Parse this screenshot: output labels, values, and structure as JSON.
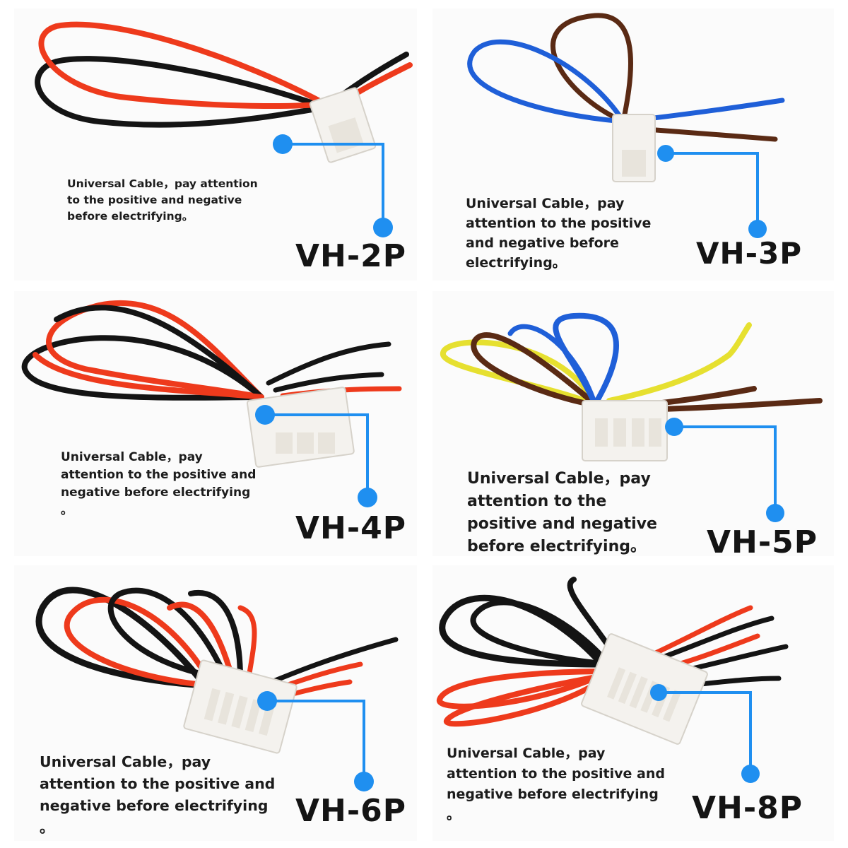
{
  "colors": {
    "accent_blue": "#1f8ff0",
    "wire_red": "#ee3a1c",
    "wire_black": "#141414",
    "wire_blue": "#1f5fd8",
    "wire_brown": "#5a2a14",
    "wire_yellow": "#e6e030",
    "connector": "#f4f2ee"
  },
  "panels": [
    {
      "model": "VH-2P",
      "description": "Universal Cable，pay attention\nto the positive and negative\nbefore electrifying。"
    },
    {
      "model": "VH-3P",
      "description": "Universal Cable，pay\nattention to the positive\nand negative before\nelectrifying。"
    },
    {
      "model": "VH-4P",
      "description": "Universal Cable，pay\nattention to the positive and\n negative before electrifying\n。"
    },
    {
      "model": "VH-5P",
      "description": "Universal Cable，pay\nattention to the\npositive and negative\nbefore electrifying。"
    },
    {
      "model": "VH-6P",
      "description": "Universal Cable，pay\nattention to the positive and\n negative before electrifying\n。"
    },
    {
      "model": "VH-8P",
      "description": "Universal Cable，pay\nattention to the positive and\n negative before electrifying\n。"
    }
  ]
}
